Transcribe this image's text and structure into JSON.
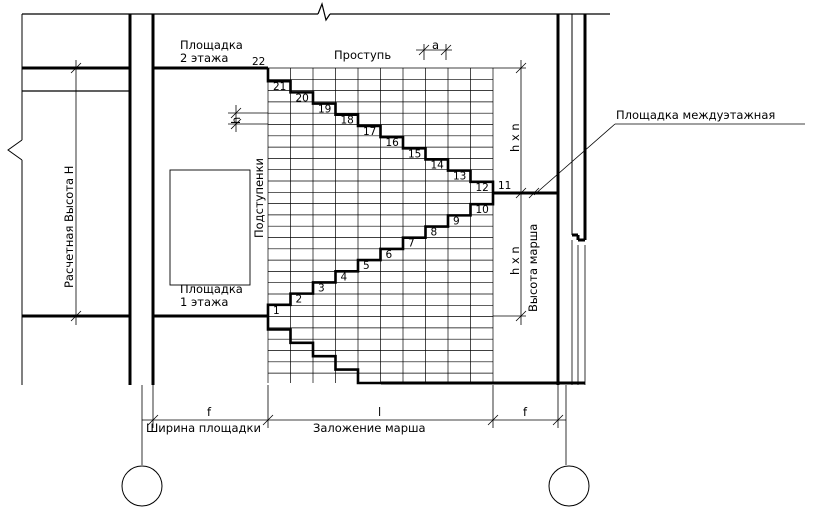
{
  "labels": {
    "landing_floor2_line1": "Площадка",
    "landing_floor2_line2": "2 этажа",
    "landing_floor1_line1": "Площадка",
    "landing_floor1_line2": "1 этажа",
    "tread": "Проступь",
    "tread_dim": "a",
    "riser": "Подступенки",
    "riser_dim": "h",
    "mid_landing": "Площадка междуэтажная",
    "design_height": "Расчетная Высота Н",
    "flight_height": "Высота марша",
    "upper_hn": "h x n",
    "lower_hn": "h x n",
    "landing_width": "Ширина площадки",
    "flight_length": "Заложение марша",
    "dim_f_left": "f",
    "dim_l": "l",
    "dim_f_right": "f"
  },
  "steps": {
    "lower": [
      "1",
      "2",
      "3",
      "4",
      "5",
      "6",
      "7",
      "8",
      "9",
      "10"
    ],
    "mid": "11",
    "upper": [
      "12",
      "13",
      "14",
      "15",
      "16",
      "17",
      "18",
      "19",
      "20",
      "21"
    ],
    "top": "22"
  }
}
